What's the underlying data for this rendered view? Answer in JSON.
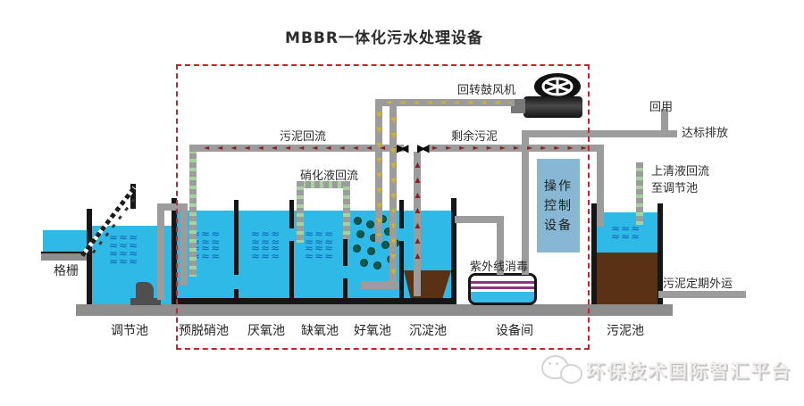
{
  "title": "MBBR一体化污水处理设备",
  "labels": {
    "blower": "回转鼓风机",
    "sludge_return": "污泥回流",
    "excess_sludge": "剩余污泥",
    "nitrified_return": "硝化液回流",
    "reuse": "回用",
    "discharge": "达标排放",
    "supernatant_l1": "上清液回流",
    "supernatant_l2": "至调节池",
    "uv": "紫外线消毒",
    "sludge_out": "污泥定期外运",
    "screen": "格栅",
    "control": [
      "操作",
      "控制",
      "设备"
    ]
  },
  "tanks": [
    {
      "label": "调节池"
    },
    {
      "label": "预脱硝池"
    },
    {
      "label": "厌氧池"
    },
    {
      "label": "缺氧池"
    },
    {
      "label": "好氧池"
    },
    {
      "label": "沉淀池"
    },
    {
      "label": "设备间"
    },
    {
      "label": "污泥池"
    }
  ],
  "watermark": {
    "text": "环保技术国际智汇平台",
    "icon": "wechat-bubbles-icon"
  },
  "icons": {
    "blower": "fan-wheel-icon",
    "valves": "bowtie-valve-icon"
  },
  "colors": {
    "water": "#2fb9e6",
    "sludge_brown": "#5a3115",
    "pipe_gray": "#9c9c9c",
    "boundary_red": "#c5242b",
    "arrow_red": "#8e1f1f",
    "arrow_yellow": "#d4b32a",
    "flow_green": "#a6d29e",
    "control_box_blue": "#87b7d2",
    "uv_purple": "#93327d",
    "ground_gray": "#8d8d8d"
  }
}
